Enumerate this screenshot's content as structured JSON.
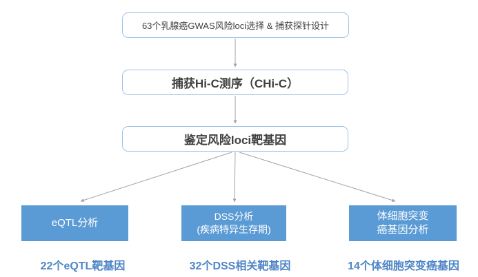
{
  "flow": {
    "steps": [
      {
        "label": "63个乳腺癌GWAS风险loci选择 & 捕获探针设计"
      },
      {
        "label": "捕获Hi-C测序（CHi-C）"
      },
      {
        "label": "鉴定风险loci靶基因"
      }
    ],
    "branches": [
      {
        "lines": [
          "eQTL分析"
        ],
        "result": "22个eQTL靶基因"
      },
      {
        "lines": [
          "DSS分析",
          "(疾病特异生存期)"
        ],
        "result": "32个DSS相关靶基因"
      },
      {
        "lines": [
          "体细胞突变",
          "癌基因分析"
        ],
        "result": "14个体细胞突变癌基因"
      }
    ],
    "colors": {
      "branch_box_fill": "#5b9bd5",
      "step_box_border": "#9dc3e6",
      "arrow": "#a2a2a2",
      "result_text": "#4f86c6",
      "step_text": "#3f3f3f",
      "branch_text": "#ffffff"
    }
  }
}
